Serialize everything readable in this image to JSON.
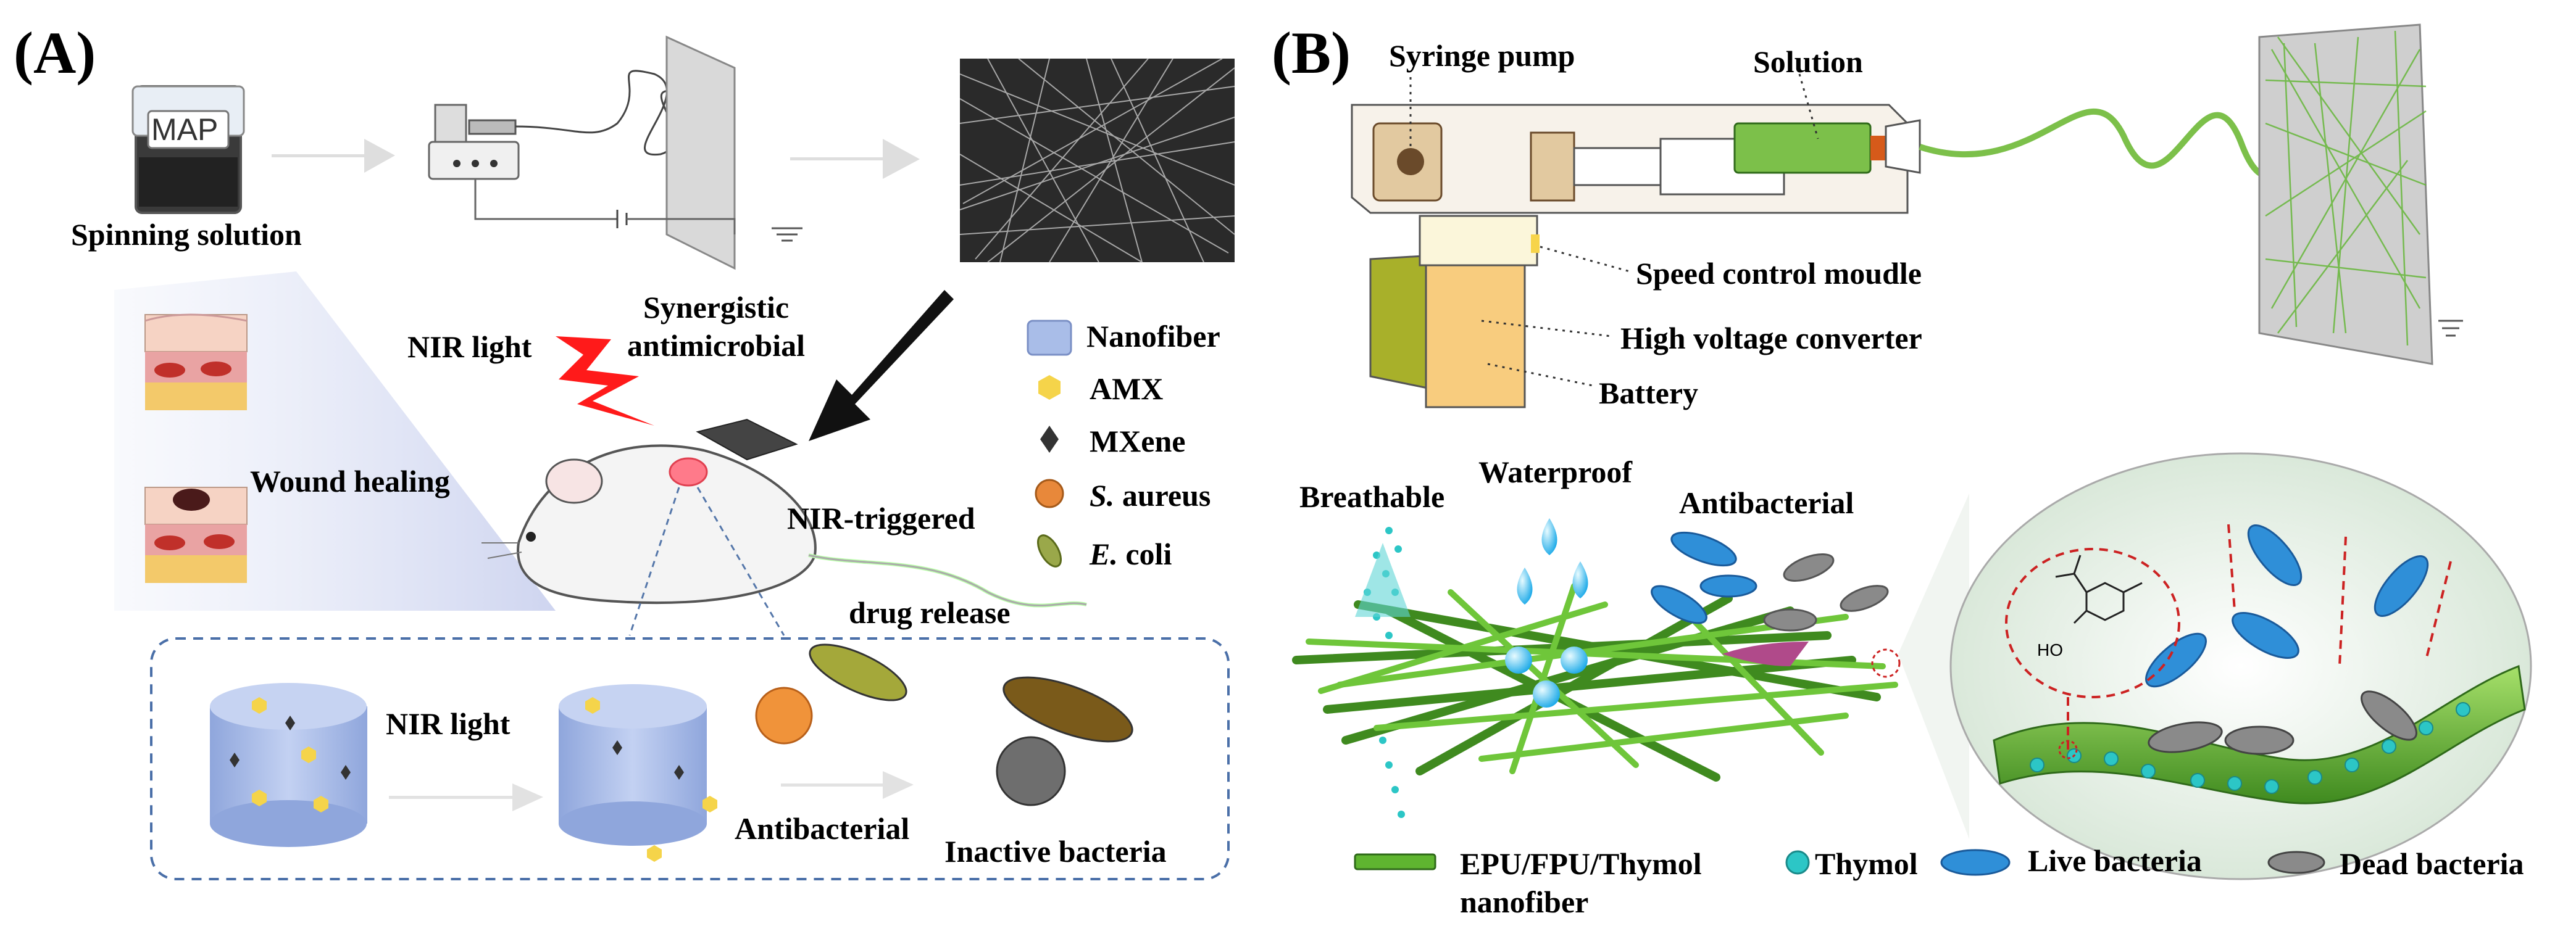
{
  "panelA": {
    "label": "(A)",
    "beaker_text": "MAP",
    "spinning_solution": "Spinning solution",
    "synergistic_line1": "Synergistic",
    "synergistic_line2": "antimicrobial",
    "nir_light": "NIR light",
    "wound_healing": "Wound healing",
    "nir_triggered": "NIR-triggered",
    "drug_release": "drug release",
    "nir_light_inset": "NIR light",
    "antibacterial": "Antibacterial",
    "inactive_bacteria": "Inactive bacteria",
    "legend": {
      "nanofiber": "Nanofiber",
      "amx": "AMX",
      "mxene": "MXene",
      "saureus_italic": "S.",
      "saureus_rest": " aureus",
      "ecoli_italic": "E.",
      "ecoli_rest": " coli"
    }
  },
  "panelB": {
    "label": "(B)",
    "syringe_pump": "Syringe pump",
    "solution": "Solution",
    "speed_control": "Speed control moudle",
    "high_voltage": "High voltage converter",
    "battery": "Battery",
    "breathable": "Breathable",
    "waterproof": "Waterproof",
    "antibacterial": "Antibacterial",
    "ho_label": "HO",
    "legend": {
      "fiber_line1": "EPU/FPU/Thymol",
      "fiber_line2": "nanofiber",
      "thymol": "Thymol",
      "live": "Live bacteria",
      "dead": "Dead bacteria"
    }
  },
  "colors": {
    "fiber_green": "#5fb530",
    "fiber_dark": "#3f8a1f",
    "nanofiber_blue": "#a9bde8",
    "amx_yellow": "#f5d44a",
    "live_bacteria": "#2f8fd8",
    "dead_bacteria": "#8a8a8a",
    "thymol_cyan": "#2cc6c6",
    "nir_red": "#ff1a1a",
    "dashed_blue": "#4a6fa8",
    "arrow_gray": "#d8d8d8"
  }
}
